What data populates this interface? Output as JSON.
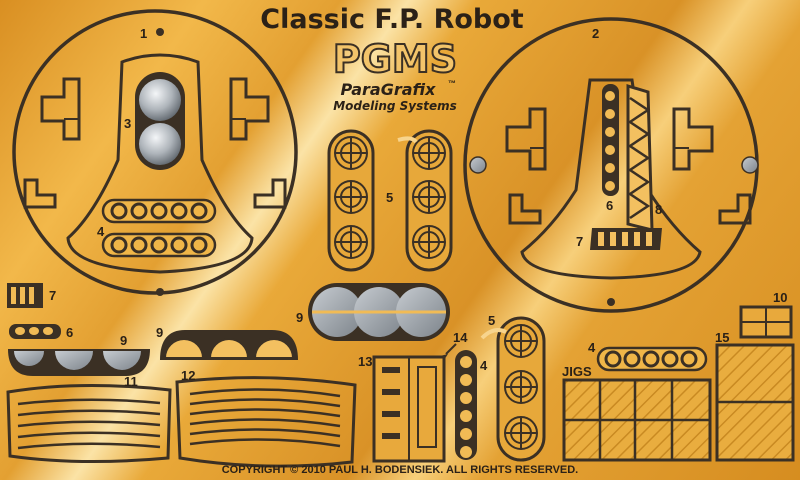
{
  "header": {
    "title": "Classic F.P. Robot",
    "brand": "PGMS",
    "brand_line1": "ParaGrafix",
    "brand_tm": "™",
    "brand_line2": "Modeling Systems"
  },
  "part_numbers": {
    "p1": "1",
    "p2": "2",
    "p3": "3",
    "p4a": "4",
    "p5a": "5",
    "p6a": "6",
    "p7a": "7",
    "p8": "8",
    "p7b": "7",
    "p6b": "6",
    "p9a": "9",
    "p9b": "9",
    "p9c": "9",
    "p11": "11",
    "p12": "12",
    "p13": "13",
    "p14": "14",
    "p4b": "4",
    "p5b": "5",
    "p4c": "4",
    "p10": "10",
    "p15": "15"
  },
  "jigs_label": "JIGS",
  "copyright": "COPYRIGHT © 2010 PAUL H. BODENSIEK. ALL RIGHTS RESERVED.",
  "colors": {
    "brass": "#e6a233",
    "etch_line": "#3b3024",
    "hole_fill": "#8a8f94",
    "text_dark": "#2b2117"
  }
}
